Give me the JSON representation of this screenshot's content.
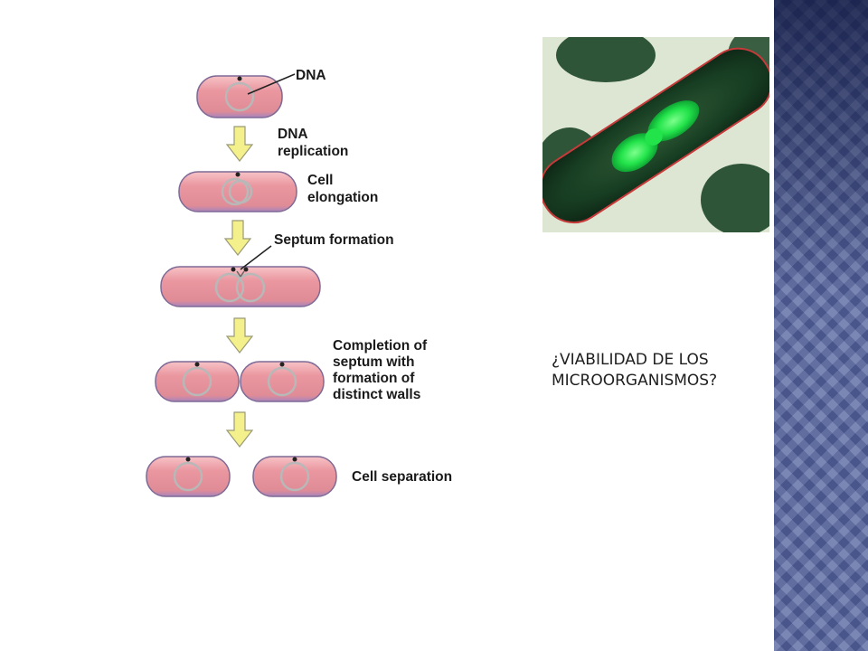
{
  "diagram": {
    "labels": {
      "dna": "DNA",
      "replication_1": "DNA",
      "replication_2": "replication",
      "elongation_1": "Cell",
      "elongation_2": "elongation",
      "septum_formation": "Septum formation",
      "completion_1": "Completion of",
      "completion_2": "septum with",
      "completion_3": "formation of",
      "completion_4": "distinct walls",
      "separation": "Cell separation"
    }
  },
  "question": {
    "line1": "¿VIABILIDAD DE LOS",
    "line2": "MICROORGANISMOS?"
  },
  "colors": {
    "cell_fill": "#e8919b",
    "cell_edge": "#9a7fb8",
    "arrow_fill": "#f4f08c",
    "arrow_stroke": "#9a9a78",
    "side_band": "#5a6aa3",
    "fluorescent_green": "#22e34a"
  }
}
